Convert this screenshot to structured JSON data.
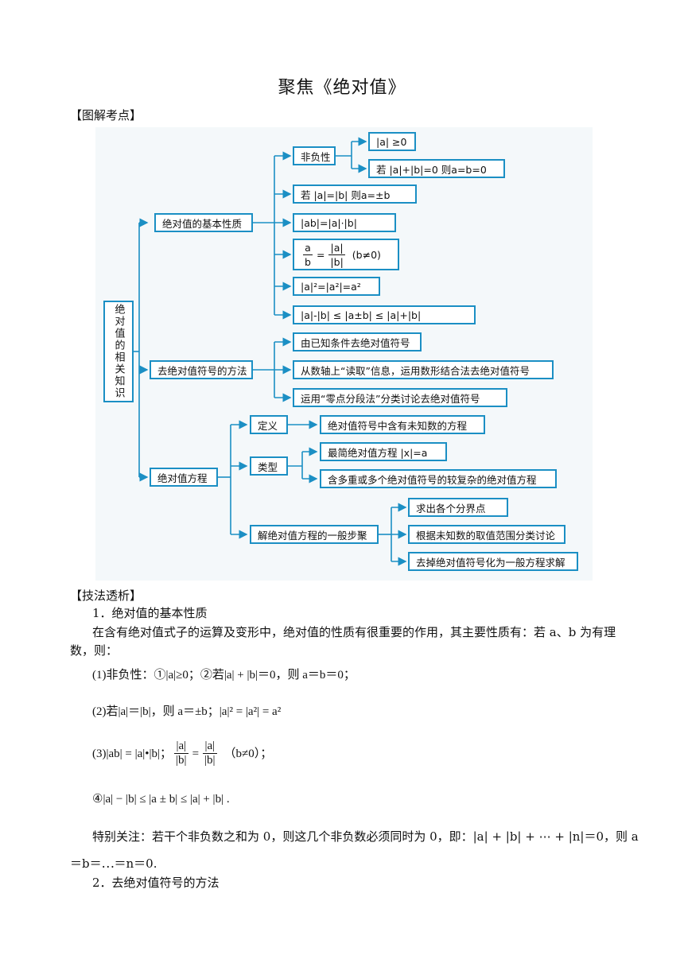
{
  "title": "聚焦《绝对值》",
  "section1": "【图解考点】",
  "diagram": {
    "root": "绝对值的相关知识",
    "branch1": "绝对值的基本性质",
    "b1_nonneg": "非负性",
    "b1_n1": "|a| ≥0",
    "b1_n2": "若 |a|+|b|=0 则a=b=0",
    "b1_i2": "若 |a|=|b|  则a=±b",
    "b1_i3": "|ab|=|a|·|b|",
    "b1_i4_rest": "(b≠0)",
    "b1_i5": "|a|²=|a²|=a²",
    "b1_i6": "|a|-|b| ≤ |a±b| ≤ |a|+|b|",
    "branch2": "去绝对值符号的方法",
    "b2_i1": "由已知条件去绝对值符号",
    "b2_i2": "从数轴上“读取”信息，运用数形结合法去绝对值符号",
    "b2_i3": "运用“零点分段法”分类讨论去绝对值符号",
    "branch3": "绝对值方程",
    "b3_def": "定义",
    "b3_def_i": "绝对值符号中含有未知数的方程",
    "b3_type": "类型",
    "b3_type_i1": "最简绝对值方程 |x|=a",
    "b3_type_i2": "含多重或多个绝对值符号的较复杂的绝对值方程",
    "b3_steps": "解绝对值方程的一般步聚",
    "b3_step1": "求出各个分界点",
    "b3_step2": "根据未知数的取值范围分类讨论",
    "b3_step3": "去掉绝对值符号化为一般方程求解"
  },
  "section2": "【技法透析】",
  "p1_head": "1．绝对值的基本性质",
  "p1_text": "在含有绝对值式子的运算及变形中，绝对值的性质有很重要的作用，其主要性质有：若 a、b 为有理",
  "p1_text2": "数，则：",
  "line1": "(1)非负性：①|a|≥0；②若|a| + |b|＝0，则 a＝b＝0；",
  "line2": "(2)若|a|＝|b|，则 a＝±b；|a|² = |a²| = a²",
  "line3_a": "(3)|ab| = |a|•|b|；",
  "line3_b": "（b≠0）；",
  "line4": "④|a| − |b| ≤ |a ± b| ≤ |a| + |b| .",
  "special1": "特别关注：若干个非负数之和为 0，则这几个非负数必须同时为 0，即：|a| + |b| + ⋯ + |n|＝0，则 a",
  "special2": "＝b＝⋯＝n＝0.",
  "p2_head": "2．去绝对值符号的方法",
  "colors": {
    "line": "#1b8fc4"
  }
}
